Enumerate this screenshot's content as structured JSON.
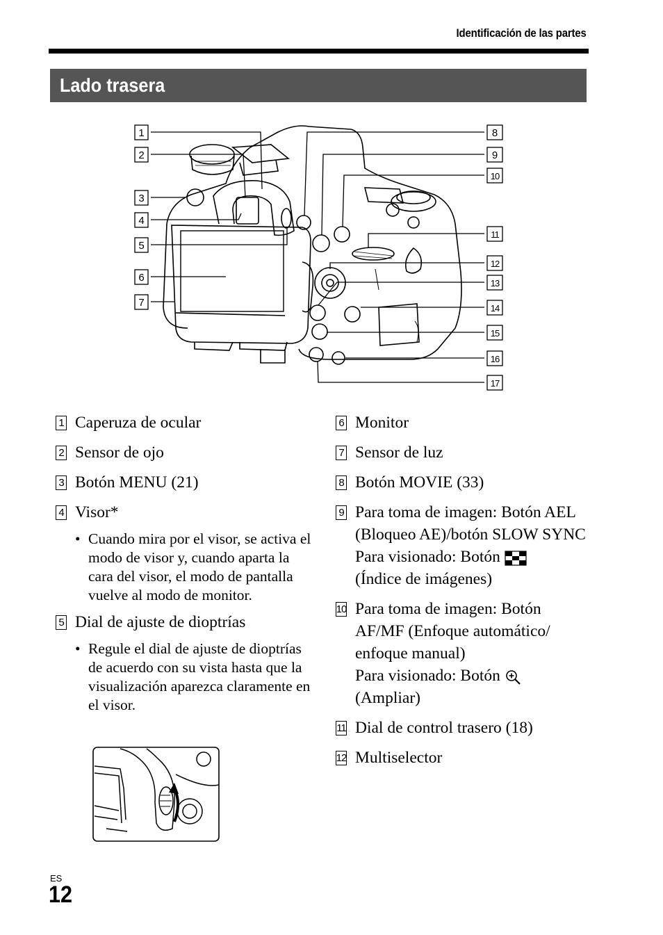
{
  "header": {
    "section_title": "Identificación de las partes"
  },
  "heading": "Lado trasera",
  "figure": {
    "callouts": [
      "1",
      "2",
      "3",
      "4",
      "5",
      "6",
      "7",
      "8",
      "9",
      "10",
      "11",
      "12",
      "13",
      "14",
      "15",
      "16",
      "17"
    ]
  },
  "left_items": [
    {
      "num": "1",
      "text": "Caperuza de ocular"
    },
    {
      "num": "2",
      "text": "Sensor de ojo"
    },
    {
      "num": "3",
      "text": "Botón MENU (21)"
    },
    {
      "num": "4",
      "text": "Visor*",
      "bullet": "Cuando mira por el visor, se activa el modo de visor y, cuando aparta la cara del visor, el modo de pantalla vuelve al modo de monitor."
    },
    {
      "num": "5",
      "text": "Dial de ajuste de dioptrías",
      "bullet": "Regule el dial de ajuste de dioptrías de acuerdo con su vista hasta que la visualización aparezca claramente en el visor."
    }
  ],
  "right_items": [
    {
      "num": "6",
      "text": "Monitor"
    },
    {
      "num": "7",
      "text": "Sensor de luz"
    },
    {
      "num": "8",
      "text": "Botón MOVIE (33)"
    },
    {
      "num": "9",
      "line1": "Para toma de imagen: Botón AEL (Bloqueo AE)/botón SLOW SYNC",
      "line2a": "Para visionado:  Botón",
      "line2b": "(Índice de imágenes)",
      "icon": "index-grid-icon"
    },
    {
      "num": "10",
      "line1": "Para toma de imagen: Botón AF/MF (Enfoque automático/ enfoque manual)",
      "line2a": "Para visionado: Botón",
      "line2b": "(Ampliar)",
      "icon": "zoom-in-icon"
    },
    {
      "num": "11",
      "text": "Dial de control trasero (18)"
    },
    {
      "num": "12",
      "text": "Multiselector"
    }
  ],
  "footer": {
    "lang": "ES",
    "page": "12"
  }
}
